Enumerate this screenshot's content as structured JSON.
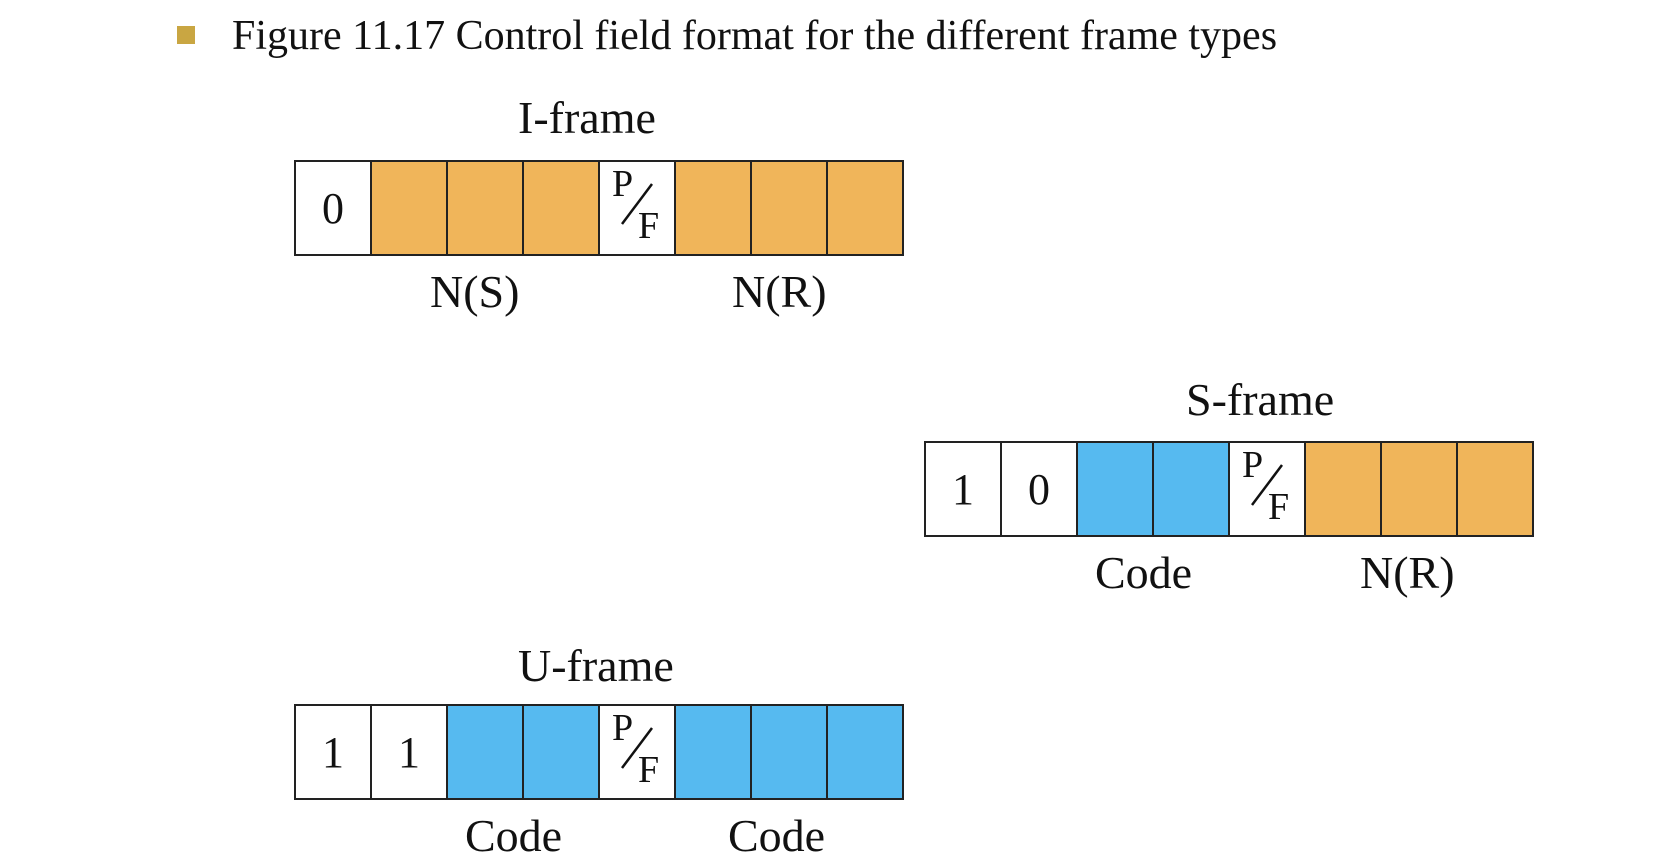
{
  "title": "Figure 11.17  Control field format for the different frame types",
  "colors": {
    "bullet": "#c9a642",
    "orange": "#f0b55a",
    "blue": "#56baf0"
  },
  "frames": {
    "i": {
      "label": "I-frame",
      "bits": [
        {
          "text": "0",
          "color": "white"
        },
        {
          "text": "",
          "color": "orange"
        },
        {
          "text": "",
          "color": "orange"
        },
        {
          "text": "",
          "color": "orange"
        },
        {
          "text": "P/F",
          "color": "white"
        },
        {
          "text": "",
          "color": "orange"
        },
        {
          "text": "",
          "color": "orange"
        },
        {
          "text": "",
          "color": "orange"
        }
      ],
      "field_labels": [
        "N(S)",
        "N(R)"
      ]
    },
    "s": {
      "label": "S-frame",
      "bits": [
        {
          "text": "1",
          "color": "white"
        },
        {
          "text": "0",
          "color": "white"
        },
        {
          "text": "",
          "color": "blue"
        },
        {
          "text": "",
          "color": "blue"
        },
        {
          "text": "P/F",
          "color": "white"
        },
        {
          "text": "",
          "color": "orange"
        },
        {
          "text": "",
          "color": "orange"
        },
        {
          "text": "",
          "color": "orange"
        }
      ],
      "field_labels": [
        "Code",
        "N(R)"
      ]
    },
    "u": {
      "label": "U-frame",
      "bits": [
        {
          "text": "1",
          "color": "white"
        },
        {
          "text": "1",
          "color": "white"
        },
        {
          "text": "",
          "color": "blue"
        },
        {
          "text": "",
          "color": "blue"
        },
        {
          "text": "P/F",
          "color": "white"
        },
        {
          "text": "",
          "color": "blue"
        },
        {
          "text": "",
          "color": "blue"
        },
        {
          "text": "",
          "color": "blue"
        }
      ],
      "field_labels": [
        "Code",
        "Code"
      ]
    }
  }
}
